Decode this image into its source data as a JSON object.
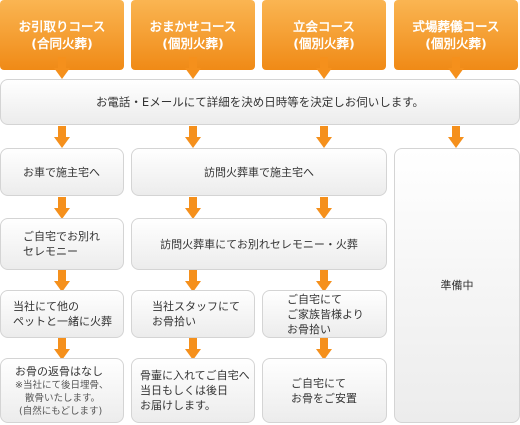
{
  "headers": [
    {
      "line1": "お引取りコース",
      "line2": "(合同火葬)"
    },
    {
      "line1": "おまかせコース",
      "line2": "(個別火葬)"
    },
    {
      "line1": "立会コース",
      "line2": "(個別火葬)"
    },
    {
      "line1": "式場葬儀コース",
      "line2": "(個別火葬)"
    }
  ],
  "intro": "お電話・Eメールにて詳細を決め日時等を決定しお伺いします。",
  "steps": {
    "col1_step1": "お車で施主宅へ",
    "col1_step2": {
      "line1": "ご自宅でお別れ",
      "line2": "セレモニー"
    },
    "col1_step3": {
      "line1": "当社にて他の",
      "line2": "ペットと一緒に火葬"
    },
    "col1_step4": {
      "line1": "お骨の返骨はなし",
      "note1": "※当社にて後日埋骨、",
      "note2": "散骨いたします。",
      "note3": "(自然にもどします)"
    },
    "col23_step1": "訪問火葬車で施主宅へ",
    "col23_step2": "訪問火葬車にてお別れセレモニー・火葬",
    "col2_step3": {
      "line1": "当社スタッフにて",
      "line2": "お骨拾い"
    },
    "col2_step4": {
      "line1": "骨壷に入れてご自宅へ",
      "line2": "当日もしくは後日",
      "line3": "お届けします。"
    },
    "col3_step3": {
      "line1": "ご自宅にて",
      "line2": "ご家族皆様より",
      "line3": "お骨拾い"
    },
    "col3_step4": {
      "line1": "ご自宅にて",
      "line2": "お骨をご安置"
    },
    "col4_status": "準備中"
  },
  "colors": {
    "header": "#f08a16",
    "arrow": "#f5901c",
    "box_border": "#d4d4d4"
  }
}
